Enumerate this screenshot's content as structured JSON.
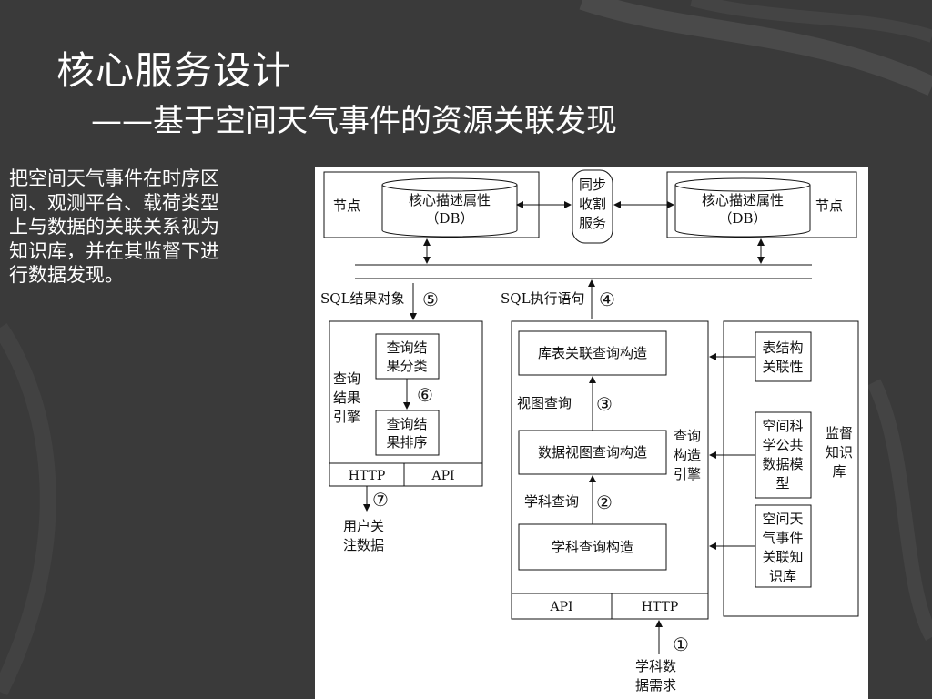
{
  "colors": {
    "background": "#3a3a3a",
    "text": "#ffffff",
    "diagram_bg": "#ffffff",
    "line": "#111111"
  },
  "slide": {
    "title": "核心服务设计",
    "subtitle": "——基于空间天气事件的资源关联发现",
    "side_text": "把空间天气事件在时序区间、观测平台、载荷类型上与数据的关联关系视为知识库，并在其监督下进行数据发现。"
  },
  "diagram": {
    "node_left": "节点",
    "node_right": "节点",
    "db_left": [
      "核心描述属性",
      "（DB）"
    ],
    "db_right": [
      "核心描述属性",
      "（DB）"
    ],
    "sync_service": [
      "同步",
      "收割",
      "服务"
    ],
    "sql_result": "SQL结果对象",
    "sql_exec": "SQL执行语句",
    "step1": "①",
    "step2": "②",
    "step3": "③",
    "step4": "④",
    "step5": "⑤",
    "step6": "⑥",
    "step7": "⑦",
    "result_engine": [
      "查询",
      "结果",
      "引擎"
    ],
    "result_classify": [
      "查询结",
      "果分类"
    ],
    "result_sort": [
      "查询结",
      "果排序"
    ],
    "http": "HTTP",
    "api": "API",
    "user_data": [
      "用户关",
      "注数据"
    ],
    "table_join": "库表关联查询构造",
    "view_query": "视图查询",
    "data_view": "数据视图查询构造",
    "subject_query": "学科查询",
    "subject_build": "学科查询构造",
    "query_engine": [
      "查询",
      "构造",
      "引擎"
    ],
    "table_relation": [
      "表结构",
      "关联性"
    ],
    "space_model": [
      "空间科",
      "学公共",
      "数据模",
      "型"
    ],
    "event_kb": [
      "空间天",
      "气事件",
      "关联知",
      "识库"
    ],
    "supervise_kb": [
      "监督",
      "知识",
      "库"
    ],
    "subject_demand": [
      "学科数",
      "据需求"
    ]
  }
}
